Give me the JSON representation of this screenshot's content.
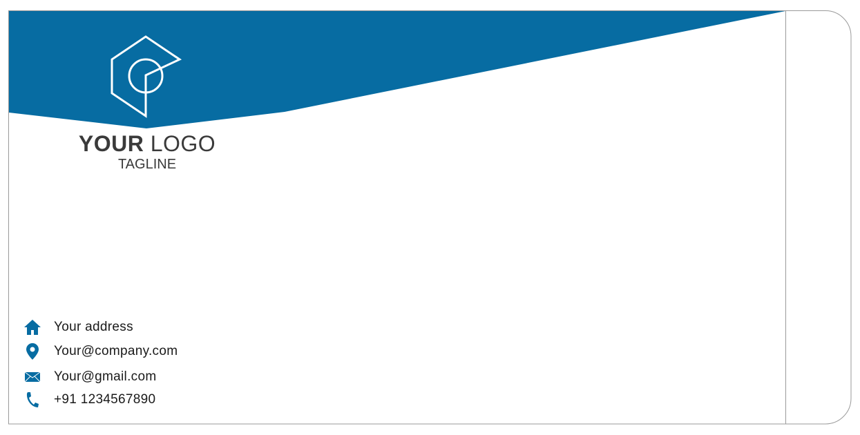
{
  "brand_color": "#076ca2",
  "logo": {
    "bold": "YOUR",
    "regular": "LOGO",
    "tagline": "TAGLINE"
  },
  "contacts": [
    {
      "icon": "home-icon",
      "text": "Your address"
    },
    {
      "icon": "location-pin-icon",
      "text": "Your@company.com"
    },
    {
      "icon": "envelope-icon",
      "text": "Your@gmail.com"
    },
    {
      "icon": "phone-icon",
      "text": "+91 1234567890"
    }
  ]
}
